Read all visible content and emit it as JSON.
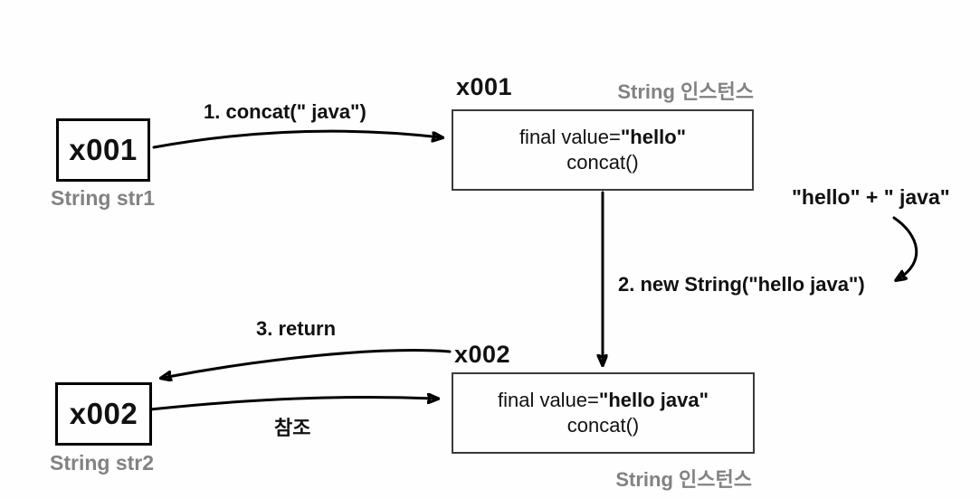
{
  "diagram": {
    "refs": [
      {
        "label": "x001",
        "var_label": "String str1"
      },
      {
        "label": "x002",
        "var_label": "String str2"
      }
    ],
    "instances": [
      {
        "address": "x001",
        "type_label": "String 인스턴스",
        "value_prefix": "final value=",
        "value": "\"hello\"",
        "method": "concat()"
      },
      {
        "address": "x002",
        "type_label": "String 인스턴스",
        "value_prefix": "final value=",
        "value": "\"hello java\"",
        "method": "concat()"
      }
    ],
    "annotations": {
      "step1": "1. concat(\" java\")",
      "step2": "2. new String(\"hello java\")",
      "step3": "3. return",
      "expression": "\"hello\" + \" java\"",
      "reference_label": "참조"
    },
    "colors": {
      "line": "#000000",
      "text": "#111111",
      "muted_label": "#828282",
      "background": "#fefefe"
    }
  }
}
